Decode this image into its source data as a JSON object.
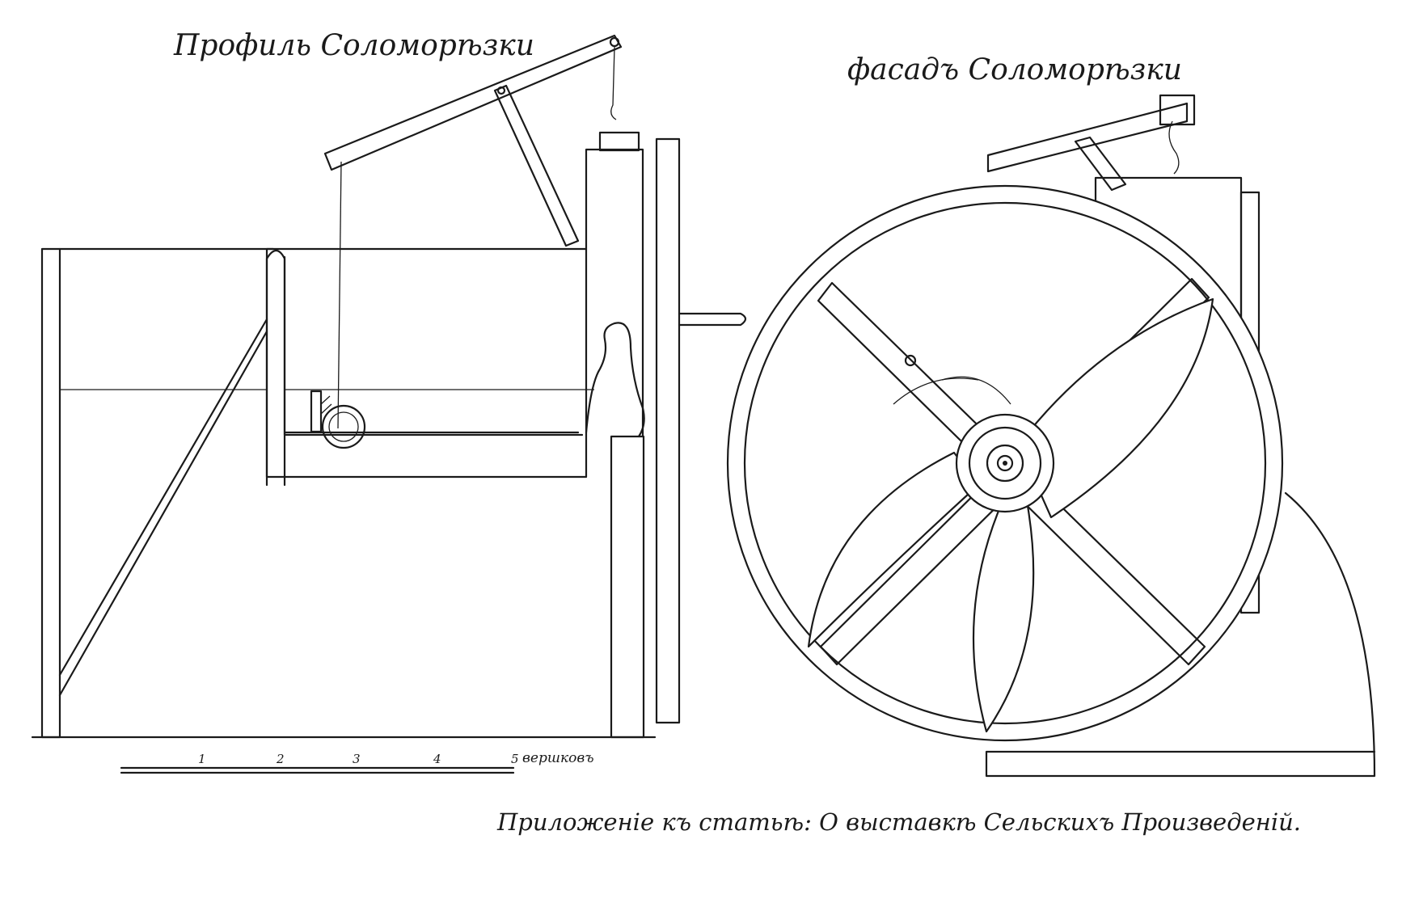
{
  "titles": {
    "profile": "Профиль Соломорѣзки",
    "facade": "фасадъ Соломорѣзки"
  },
  "scale": {
    "ticks": [
      "1",
      "2",
      "3",
      "4",
      "5"
    ],
    "unit": "вершковъ"
  },
  "caption": "Приложеніе къ статьѣ: О выставкѣ Сельскихъ Произведеній.",
  "colors": {
    "ink": "#1a1a1a",
    "paper": "#ffffff"
  }
}
